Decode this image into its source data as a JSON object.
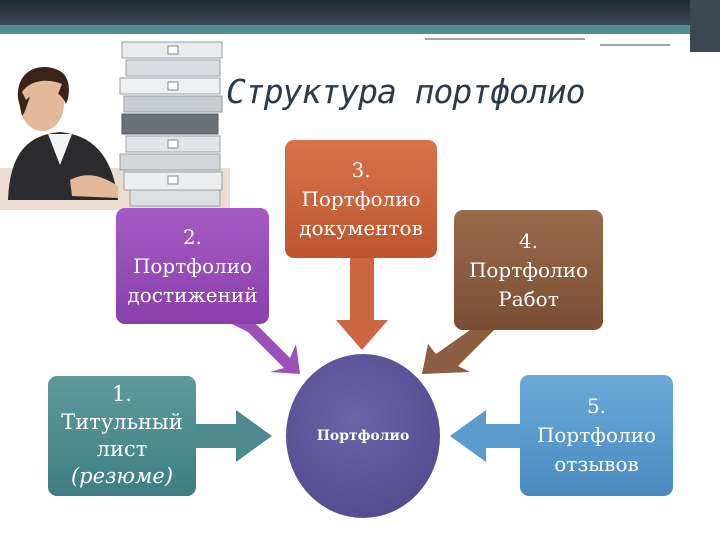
{
  "title": "Структура портфолио",
  "center": {
    "label": "Портфолио"
  },
  "boxes": {
    "b1": {
      "num": "1.",
      "line1": "Титульный",
      "line2": "лист",
      "line3": "(резюме)"
    },
    "b2": {
      "num": "2.",
      "line1": "Портфолио",
      "line2": "достижений"
    },
    "b3": {
      "num": "3.",
      "line1": "Портфолио",
      "line2": "документов"
    },
    "b4": {
      "num": "4.",
      "line1": "Портфолио",
      "line2": "Работ"
    },
    "b5": {
      "num": "5.",
      "line1": "Портфолио",
      "line2": "отзывов"
    }
  },
  "colors": {
    "box1": "#4f8b8e",
    "box2": "#9a4fb9",
    "box3": "#cc6640",
    "box4": "#8b5e42",
    "box5": "#5b9acc",
    "center": "#5a5299"
  }
}
